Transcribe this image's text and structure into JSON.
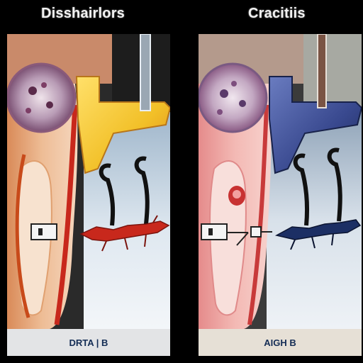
{
  "left_panel": {
    "title": "Disshairlors",
    "caption": "DRTA | B"
  },
  "right_panel": {
    "title": "Cracitiis",
    "caption": "AIGH B"
  },
  "colors": {
    "background": "#000000",
    "caption_text": "#142d55",
    "yellow_duct": "#f2c028",
    "blue_duct": "#39498f",
    "red_creature": "#c8281c",
    "navy_creature": "#1c2f64"
  }
}
